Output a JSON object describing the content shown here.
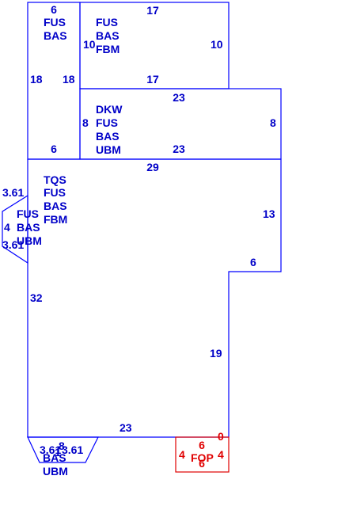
{
  "colors": {
    "blue": "#0000ff",
    "label_blue": "#0000c8",
    "red": "#e00000"
  },
  "rooms": {
    "top_left": {
      "codes": [
        "FUS",
        "BAS"
      ],
      "dims": [
        "6",
        "18",
        "18",
        "6"
      ]
    },
    "top_right": {
      "codes": [
        "FUS",
        "BAS",
        "FBM"
      ],
      "dims": [
        "17",
        "10",
        "10",
        "17"
      ]
    },
    "mid": {
      "codes": [
        "DKW",
        "FUS",
        "BAS",
        "UBM"
      ],
      "dims": [
        "23",
        "8",
        "8",
        "23"
      ]
    },
    "main": {
      "codes": [
        "TQS",
        "FUS",
        "BAS",
        "FBM"
      ],
      "dims": [
        "29",
        "13",
        "6",
        "19",
        "23",
        "32"
      ]
    },
    "side_bay": {
      "codes": [
        "FUS",
        "BAS",
        "UBM"
      ],
      "dims": [
        "3.61",
        "4",
        "3.61"
      ]
    },
    "bottom_bay": {
      "codes": [
        "BAS",
        "UBM"
      ],
      "dims": [
        "8",
        "3.61",
        "3.61",
        "1"
      ]
    },
    "porch": {
      "code": "FOP",
      "dims": [
        "6",
        "4",
        "4",
        "6",
        "0"
      ]
    }
  }
}
